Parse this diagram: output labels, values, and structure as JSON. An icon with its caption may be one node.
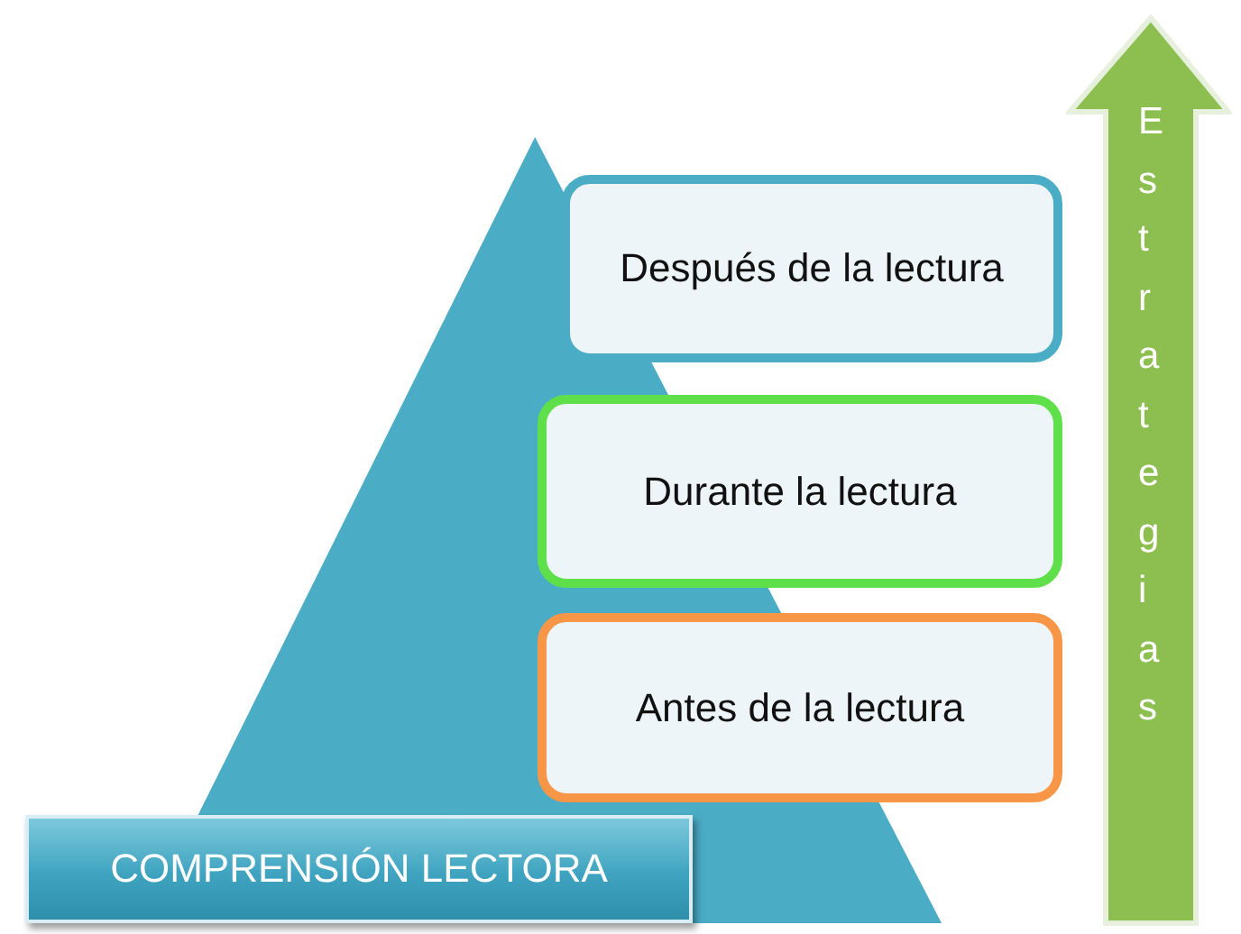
{
  "diagram": {
    "nodes": [
      {
        "text": [],
        "shape": "triangle"
      },
      {
        "text": [
          "Después de la lectura"
        ]
      },
      {
        "text": [
          "Durante la lectura"
        ]
      },
      {
        "text": [
          "Antes de la lectura"
        ]
      },
      {
        "text": [
          "COMPRENSIÓN LECTORA"
        ]
      },
      {
        "text": [
          "Estrategias"
        ]
      }
    ]
  }
}
